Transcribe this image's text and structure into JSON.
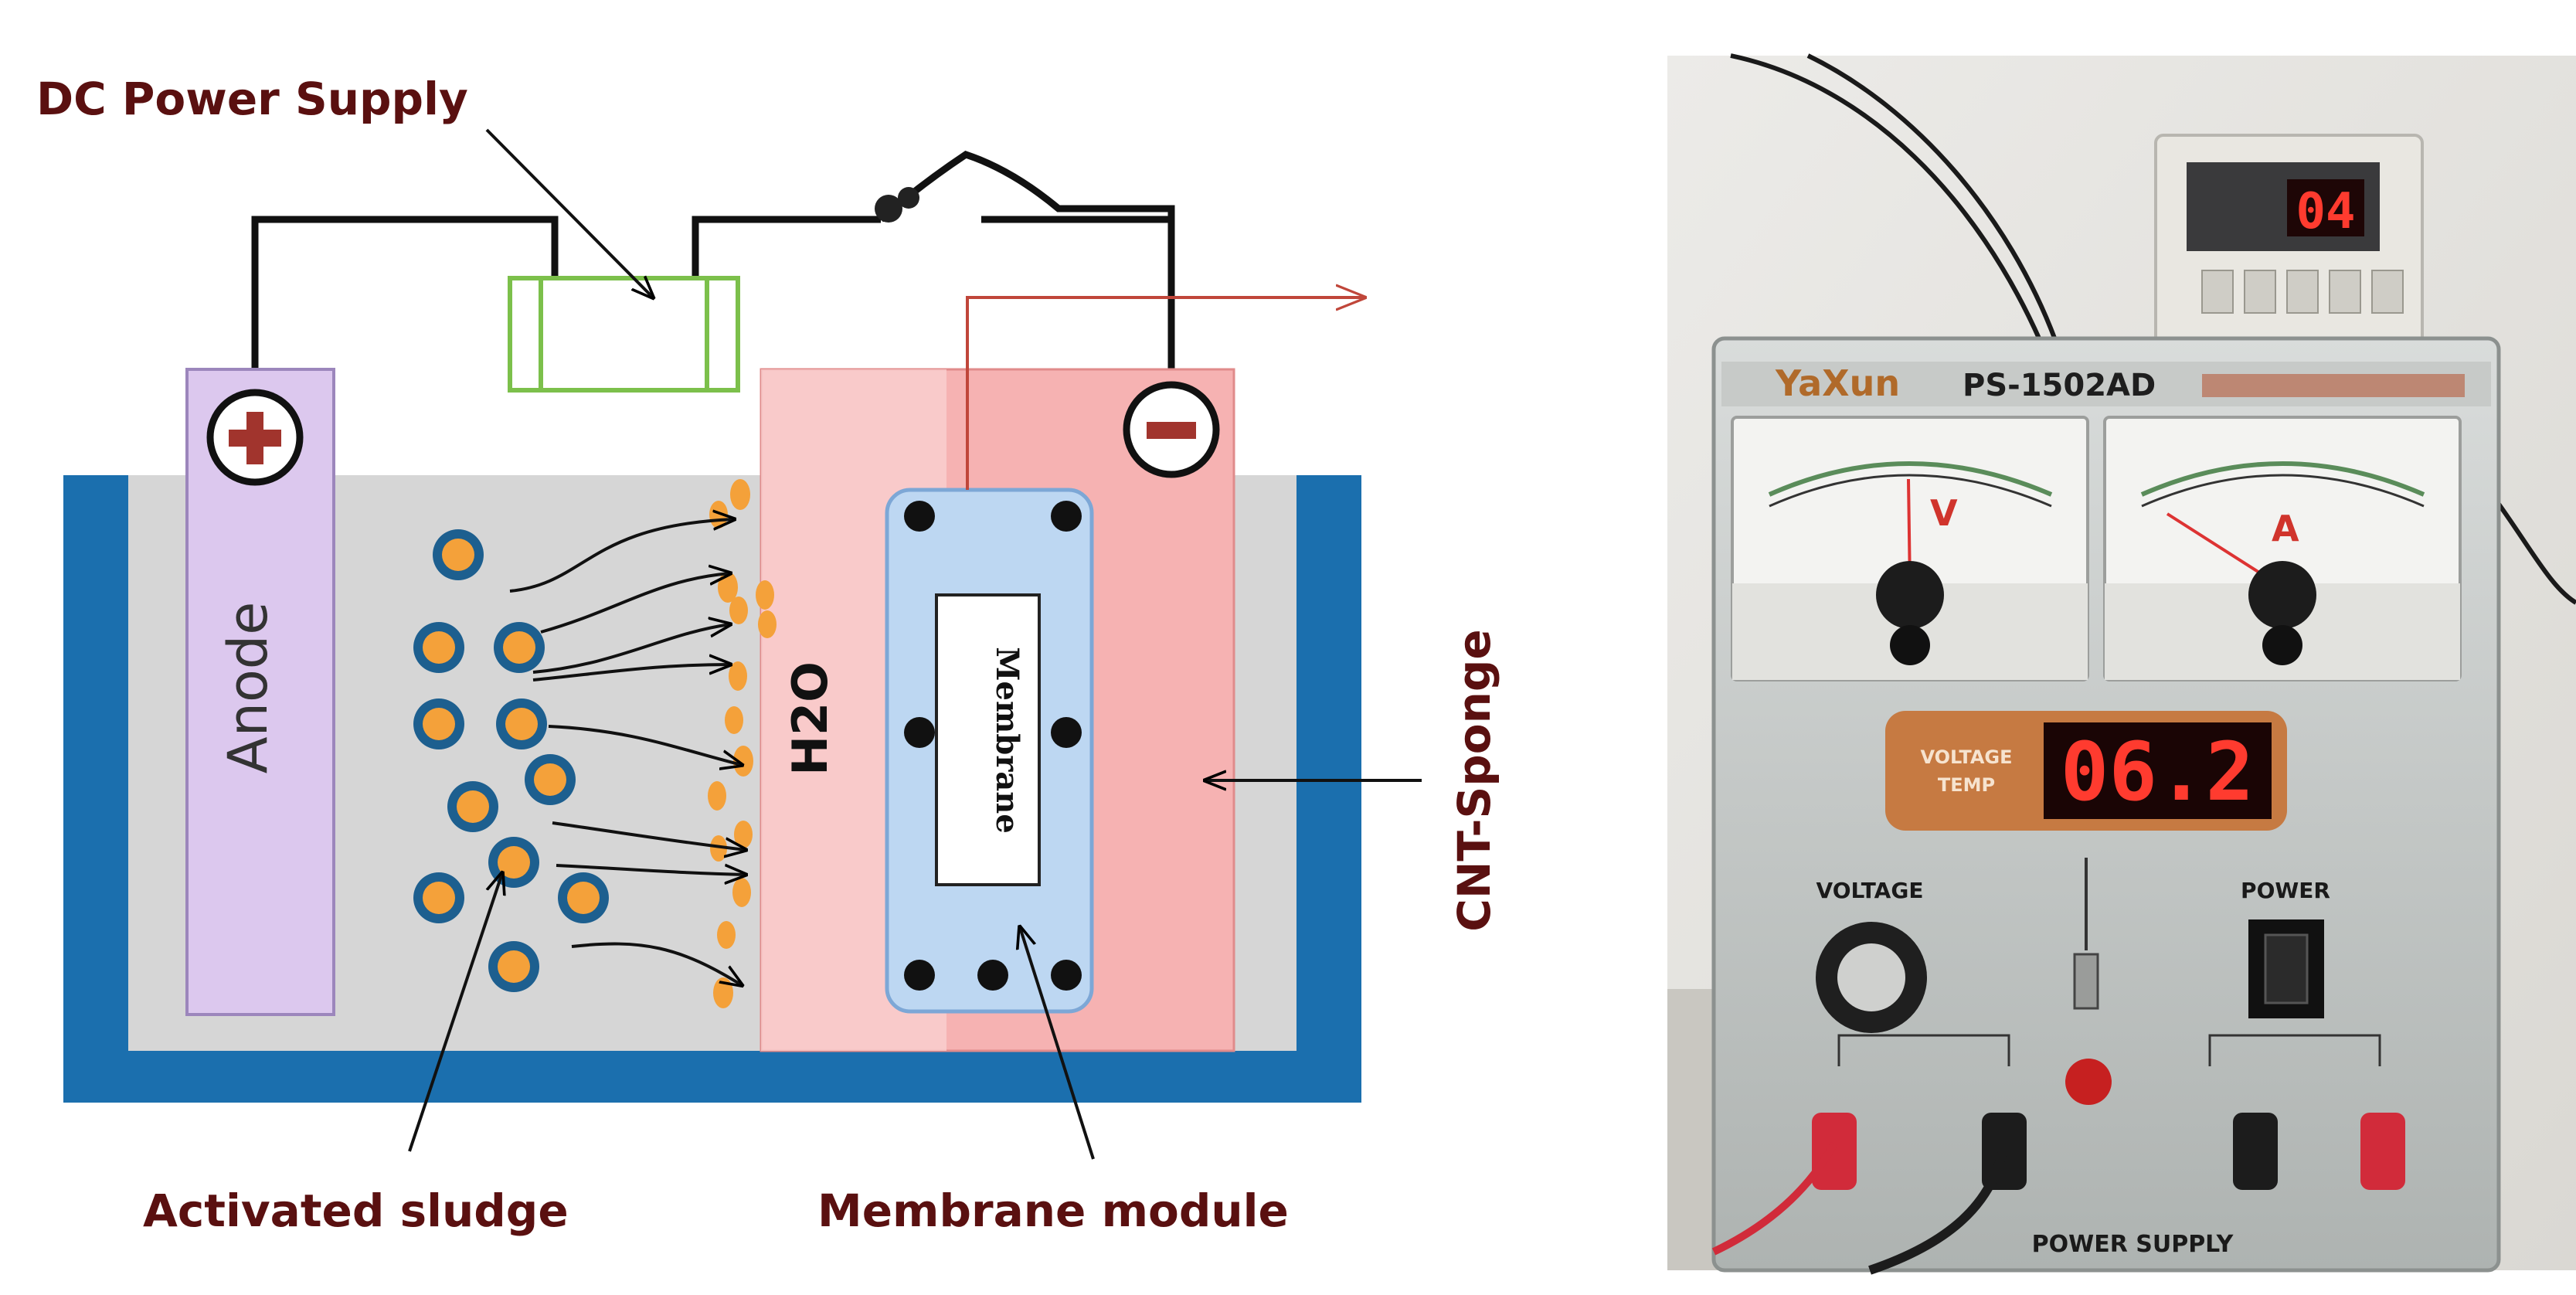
{
  "diagram": {
    "labels": {
      "power_supply": "DC Power Supply",
      "anode": "Anode",
      "water": "H2O",
      "membrane": "Membrane",
      "sponge": "CNT-Sponge",
      "sludge": "Activated sludge",
      "module": "Membrane module"
    },
    "colors": {
      "tank": "#1b6fae",
      "anode": "#dcc8ee",
      "cathode": "#f6b2b2",
      "membrane_module": "#bdd7f2",
      "power_box": "#7cc04b",
      "label_text": "#5a1010",
      "particle_core": "#f4a13a",
      "particle_ring": "#1d5f8f"
    }
  },
  "photo": {
    "brand": "YaXun",
    "model": "PS-1502AD",
    "timer_display": "04",
    "main_display": "06.2",
    "display_label_1": "VOLTAGE",
    "display_label_2": "TEMP",
    "knob_label": "VOLTAGE",
    "power_label": "POWER",
    "meter_left_symbol": "V",
    "meter_right_symbol": "A",
    "footer_label": "POWER SUPPLY"
  }
}
